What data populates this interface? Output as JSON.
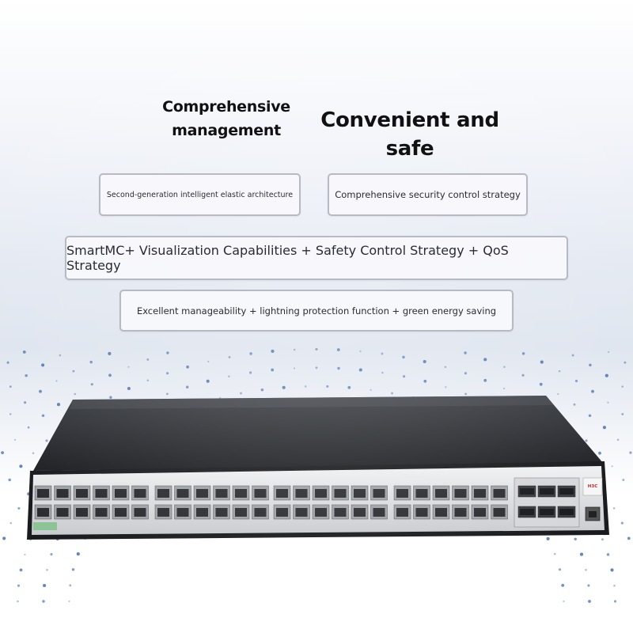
{
  "headline": {
    "left_line1": "Comprehensive",
    "left_line2": "management",
    "right": "Convenient and safe"
  },
  "features": {
    "architecture": "Second-generation intelligent elastic architecture",
    "security": "Comprehensive security control strategy",
    "capabilities": "SmartMC+ Visualization Capabilities + Safety Control Strategy + QoS Strategy",
    "manageability": "Excellent manageability + lightning protection function + green energy saving"
  },
  "device": {
    "brand": "H3C",
    "copper_ports": 48,
    "sfp_ports": 6,
    "console_ports": 1
  },
  "colors": {
    "chassis": "#2a2c30",
    "faceplate": "#e3e4e6",
    "accent_dots": "#2c5aa0",
    "pill_border": "#b7b9c4"
  }
}
